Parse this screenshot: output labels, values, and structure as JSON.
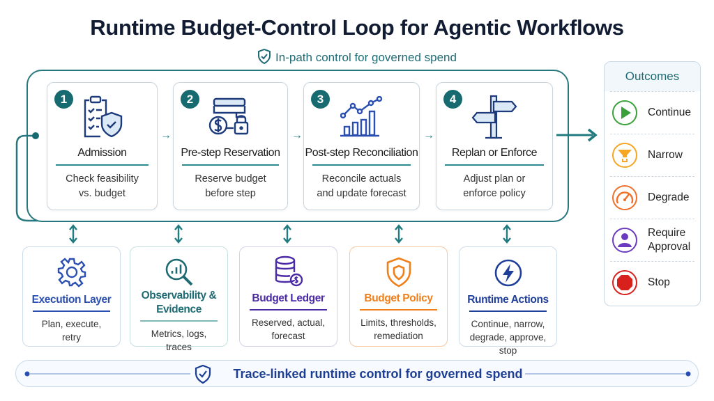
{
  "title": "Runtime Budget-Control Loop for Agentic Workflows",
  "subtitle": "In-path control for governed spend",
  "steps": [
    {
      "number": "1",
      "title": "Admission",
      "desc1": "Check feasibility",
      "desc2": "vs. budget",
      "icon": "clipboard-shield-icon"
    },
    {
      "number": "2",
      "title": "Pre-step Reservation",
      "desc1": "Reserve budget",
      "desc2": "before step",
      "icon": "wallet-lock-icon"
    },
    {
      "number": "3",
      "title": "Post-step Reconciliation",
      "desc1": "Reconcile actuals",
      "desc2": "and update forecast",
      "icon": "bar-chart-trend-icon"
    },
    {
      "number": "4",
      "title": "Replan or Enforce",
      "desc1": "Adjust plan or",
      "desc2": "enforce policy",
      "icon": "signpost-icon"
    }
  ],
  "components": [
    {
      "title": "Execution Layer",
      "desc1": "Plan, execute,",
      "desc2": "retry",
      "desc3": "",
      "color": "#2a4fb0",
      "icon": "gear-icon"
    },
    {
      "title": "Observability &",
      "title2": "Evidence",
      "desc1": "Metrics, logs,",
      "desc2": "traces",
      "desc3": "",
      "color": "#1f6b73",
      "icon": "magnifier-chart-icon"
    },
    {
      "title": "Budget Ledger",
      "desc1": "Reserved, actual,",
      "desc2": "forecast",
      "desc3": "",
      "color": "#4b2aa6",
      "icon": "database-dollar-icon"
    },
    {
      "title": "Budget Policy",
      "desc1": "Limits, thresholds,",
      "desc2": "remediation",
      "desc3": "",
      "color": "#f07f1a",
      "icon": "shield-icon"
    },
    {
      "title": "Runtime Actions",
      "desc1": "Continue, narrow,",
      "desc2": "degrade, approve,",
      "desc3": "stop",
      "color": "#1f3f9a",
      "icon": "lightning-icon"
    }
  ],
  "outcomes": {
    "title": "Outcomes",
    "items": [
      {
        "label": "Continue",
        "icon": "play-icon",
        "color": "#3aa13a"
      },
      {
        "label": "Narrow",
        "icon": "funnel-icon",
        "color": "#f5a623"
      },
      {
        "label": "Degrade",
        "icon": "gauge-icon",
        "color": "#ee7029"
      },
      {
        "label": "Require",
        "label2": "Approval",
        "icon": "person-icon",
        "color": "#6a3bbf"
      },
      {
        "label": "Stop",
        "icon": "stop-sign-icon",
        "color": "#d8201d"
      }
    ]
  },
  "footer": "Trace-linked runtime control for governed spend"
}
